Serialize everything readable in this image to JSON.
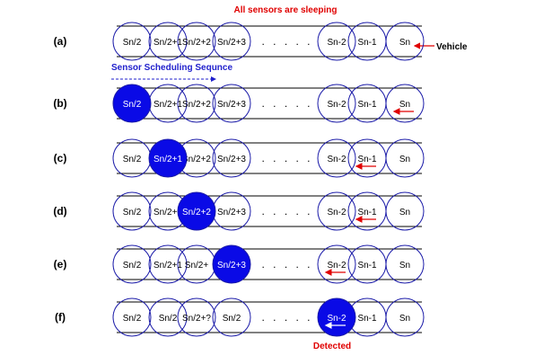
{
  "header": {
    "all_sleeping": "All sensors are sleeping",
    "scheduling": "Sensor Scheduling Sequnce",
    "vehicle": "Vehicle",
    "detected": "Detected",
    "dots": ". . . . ."
  },
  "colors": {
    "circle_stroke": "#1a1aa8",
    "active_fill": "#0a0ae6",
    "arrow_red": "#e00000",
    "header_red": "#e00000",
    "header_blue": "#1f1fcc",
    "lane_line": "#000000"
  },
  "rows": [
    {
      "label": "(a)",
      "nodes": [
        "Sn/2",
        "Sn/2+1",
        "Sn/2+2",
        "Sn/2+3",
        "Sn-2",
        "Sn-1",
        "Sn"
      ],
      "active": -1,
      "vehicle_at": 6
    },
    {
      "label": "(b)",
      "nodes": [
        "Sn/2",
        "Sn/2+1",
        "Sn/2+2",
        "Sn/2+3",
        "Sn-2",
        "Sn-1",
        "Sn"
      ],
      "active": 0,
      "vehicle_at": 6
    },
    {
      "label": "(c)",
      "nodes": [
        "Sn/2",
        "Sn/2+1",
        "Sn/2+2",
        "Sn/2+3",
        "Sn-2",
        "Sn-1",
        "Sn"
      ],
      "active": 1,
      "vehicle_at": 5
    },
    {
      "label": "(d)",
      "nodes": [
        "Sn/2",
        "Sn/2+1",
        "Sn/2+2",
        "Sn/2+3",
        "Sn-2",
        "Sn-1",
        "Sn"
      ],
      "active": 2,
      "vehicle_at": 5
    },
    {
      "label": "(e)",
      "nodes": [
        "Sn/2",
        "Sn/2+1",
        "Sn/2+",
        "Sn/2+3",
        "Sn-2",
        "Sn-1",
        "Sn"
      ],
      "active": 3,
      "vehicle_at": 4
    },
    {
      "label": "(f)",
      "nodes": [
        "Sn/2",
        "Sn/2",
        "Sn/2+?",
        "Sn/2",
        "Sn-2",
        "Sn-1",
        "Sn"
      ],
      "active": 4,
      "vehicle_at": 4
    }
  ]
}
